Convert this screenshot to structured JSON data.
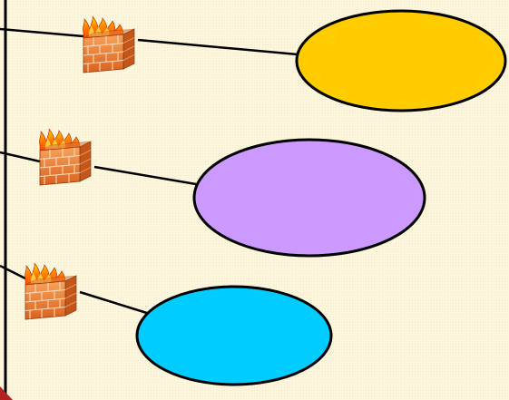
{
  "diagram": {
    "colors": {
      "background": "#fdf6dc",
      "stroke": "#000000",
      "ellipse_top": "#ffcc00",
      "ellipse_middle": "#cc99ff",
      "ellipse_bottom": "#00ccff",
      "corner_accent": "#b22222"
    },
    "nodes": [
      {
        "id": "network-top",
        "shape": "ellipse",
        "fill": "#ffcc00"
      },
      {
        "id": "network-middle",
        "shape": "ellipse",
        "fill": "#cc99ff"
      },
      {
        "id": "network-bottom",
        "shape": "ellipse",
        "fill": "#00ccff"
      }
    ],
    "firewalls": [
      {
        "id": "firewall-top",
        "icon": "firewall-icon"
      },
      {
        "id": "firewall-middle",
        "icon": "firewall-icon"
      },
      {
        "id": "firewall-bottom",
        "icon": "firewall-icon"
      }
    ],
    "links": [
      {
        "from": "backbone",
        "via": "firewall-top",
        "to": "network-top"
      },
      {
        "from": "backbone",
        "via": "firewall-middle",
        "to": "network-middle"
      },
      {
        "from": "backbone",
        "via": "firewall-bottom",
        "to": "network-bottom"
      }
    ]
  }
}
